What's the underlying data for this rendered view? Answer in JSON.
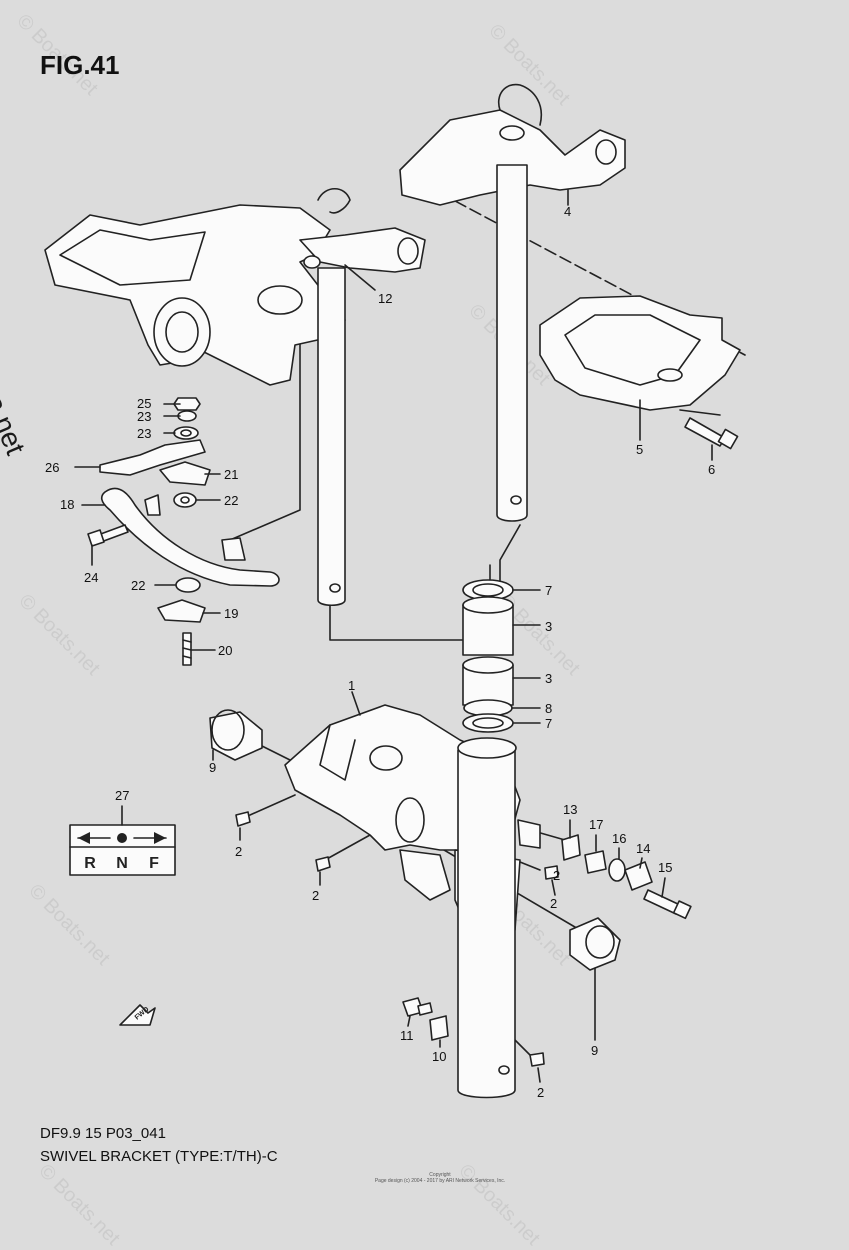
{
  "figure": {
    "title": "FIG.41",
    "model_code": "DF9.9 15 P03_041",
    "caption": "SWIVEL BRACKET (TYPE:T/TH)-C",
    "side_mark": "© Boats.net",
    "watermark": "© Boats.net",
    "copyright_line1": "Copyright",
    "copyright_line2": "Page design (c) 2004 - 2017 by ARI Network Services, Inc."
  },
  "callouts": {
    "c1": "1",
    "c2a": "2",
    "c2b": "2",
    "c2c": "2",
    "c2d": "2",
    "c2e": "2",
    "c3a": "3",
    "c3b": "3",
    "c4": "4",
    "c5": "5",
    "c6": "6",
    "c7a": "7",
    "c7b": "7",
    "c8": "8",
    "c9a": "9",
    "c9b": "9",
    "c10": "10",
    "c11": "11",
    "c12": "12",
    "c13": "13",
    "c14": "14",
    "c15": "15",
    "c16": "16",
    "c17": "17",
    "c18": "18",
    "c19": "19",
    "c20": "20",
    "c21": "21",
    "c22a": "22",
    "c22b": "22",
    "c23a": "23",
    "c23b": "23",
    "c24": "24",
    "c25": "25",
    "c26": "26",
    "c27": "27"
  },
  "decal": {
    "letters": [
      "R",
      "N",
      "F"
    ]
  },
  "fwd_arrow": {
    "text": "FWD"
  }
}
